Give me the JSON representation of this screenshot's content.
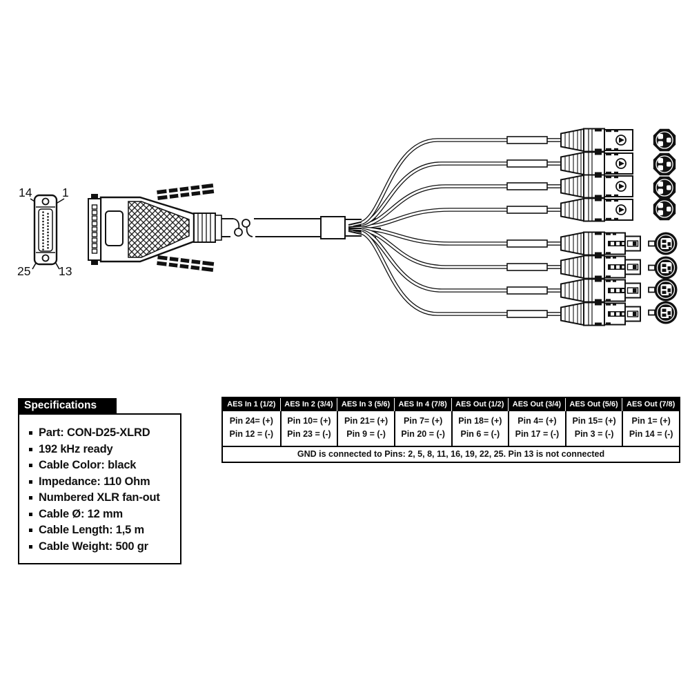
{
  "diagram": {
    "d25_front": {
      "label_top_left": "14",
      "label_top_right": "1",
      "label_bottom_left": "25",
      "label_bottom_right": "13"
    }
  },
  "specifications": {
    "title": "Specifications",
    "items": [
      "Part: CON-D25-XLRD",
      "192 kHz ready",
      "Cable Color: black",
      "Impedance: 110 Ohm",
      "Numbered XLR fan-out",
      "Cable Ø: 12 mm",
      "Cable Length: 1,5 m",
      "Cable Weight: 500 gr"
    ]
  },
  "pinout_table": {
    "columns": [
      {
        "header": "AES In 1 (1/2)",
        "plus": "Pin 24= (+)",
        "minus": "Pin 12 = (-)"
      },
      {
        "header": "AES In 2 (3/4)",
        "plus": "Pin 10= (+)",
        "minus": "Pin 23 = (-)"
      },
      {
        "header": "AES In 3 (5/6)",
        "plus": "Pin 21= (+)",
        "minus": "Pin 9 = (-)"
      },
      {
        "header": "AES In 4 (7/8)",
        "plus": "Pin 7= (+)",
        "minus": "Pin 20 = (-)"
      },
      {
        "header": "AES Out (1/2)",
        "plus": "Pin 18= (+)",
        "minus": "Pin 6 = (-)"
      },
      {
        "header": "AES Out (3/4)",
        "plus": "Pin 4= (+)",
        "minus": "Pin 17 = (-)"
      },
      {
        "header": "AES Out (5/6)",
        "plus": "Pin 15= (+)",
        "minus": "Pin 3 = (-)"
      },
      {
        "header": "AES Out (7/8)",
        "plus": "Pin 1= (+)",
        "minus": "Pin 14 = (-)"
      }
    ],
    "footer": "GND is connected to Pins: 2, 5, 8, 11, 16, 19, 22, 25. Pin 13 is not connected"
  }
}
